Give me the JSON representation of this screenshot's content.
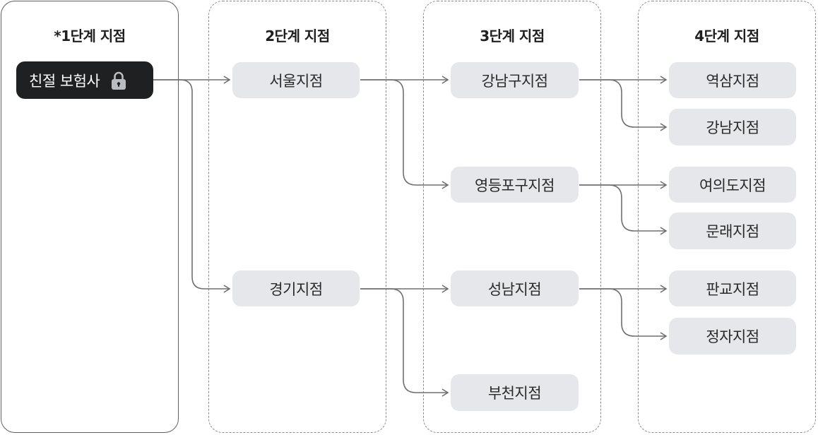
{
  "columns": [
    {
      "title": "*1단계 지점"
    },
    {
      "title": "2단계 지점"
    },
    {
      "title": "3단계 지점"
    },
    {
      "title": "4단계 지점"
    }
  ],
  "root": {
    "label": "친절 보험사",
    "icon": "lock-icon"
  },
  "level2": [
    {
      "label": "서울지점"
    },
    {
      "label": "경기지점"
    }
  ],
  "level3": [
    {
      "label": "강남구지점"
    },
    {
      "label": "영등포구지점"
    },
    {
      "label": "성남지점"
    },
    {
      "label": "부천지점"
    }
  ],
  "level4": [
    {
      "label": "역삼지점"
    },
    {
      "label": "강남지점"
    },
    {
      "label": "여의도지점"
    },
    {
      "label": "문래지점"
    },
    {
      "label": "판교지점"
    },
    {
      "label": "정자지점"
    }
  ],
  "colors": {
    "node_fill": "#e5e7ea",
    "root_fill": "#1e2022",
    "connector": "#6f6f6f"
  }
}
